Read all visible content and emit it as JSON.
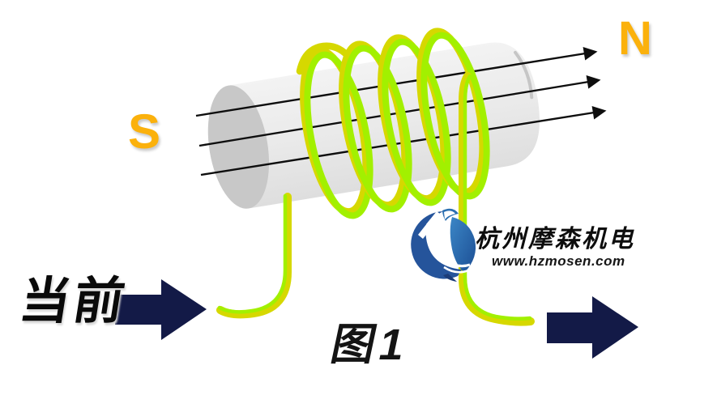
{
  "diagram": {
    "title_caption": "图1",
    "pole_south_label": "S",
    "pole_north_label": "N",
    "current_label": "当前",
    "field_line_count": 3,
    "coil_turn_count": 4,
    "icons": [
      "solenoid-core",
      "coil-winding",
      "field-line-arrow",
      "current-arrow",
      "logo-globe-icon"
    ],
    "colors": {
      "pole_label": "#FBB10C",
      "current_arrow_navy": "#131A47",
      "coil_dark_yellow": "#D6D800",
      "coil_chartreuse": "#A2F000",
      "cylinder_body": "#E9E9E9",
      "cylinder_cap": "#C8C8C8",
      "field_line": "#0E0E0E",
      "logo_blue": "#2B6FB0"
    }
  },
  "watermark": {
    "company": "杭州摩森机电",
    "website": "www.hzmosen.com"
  }
}
